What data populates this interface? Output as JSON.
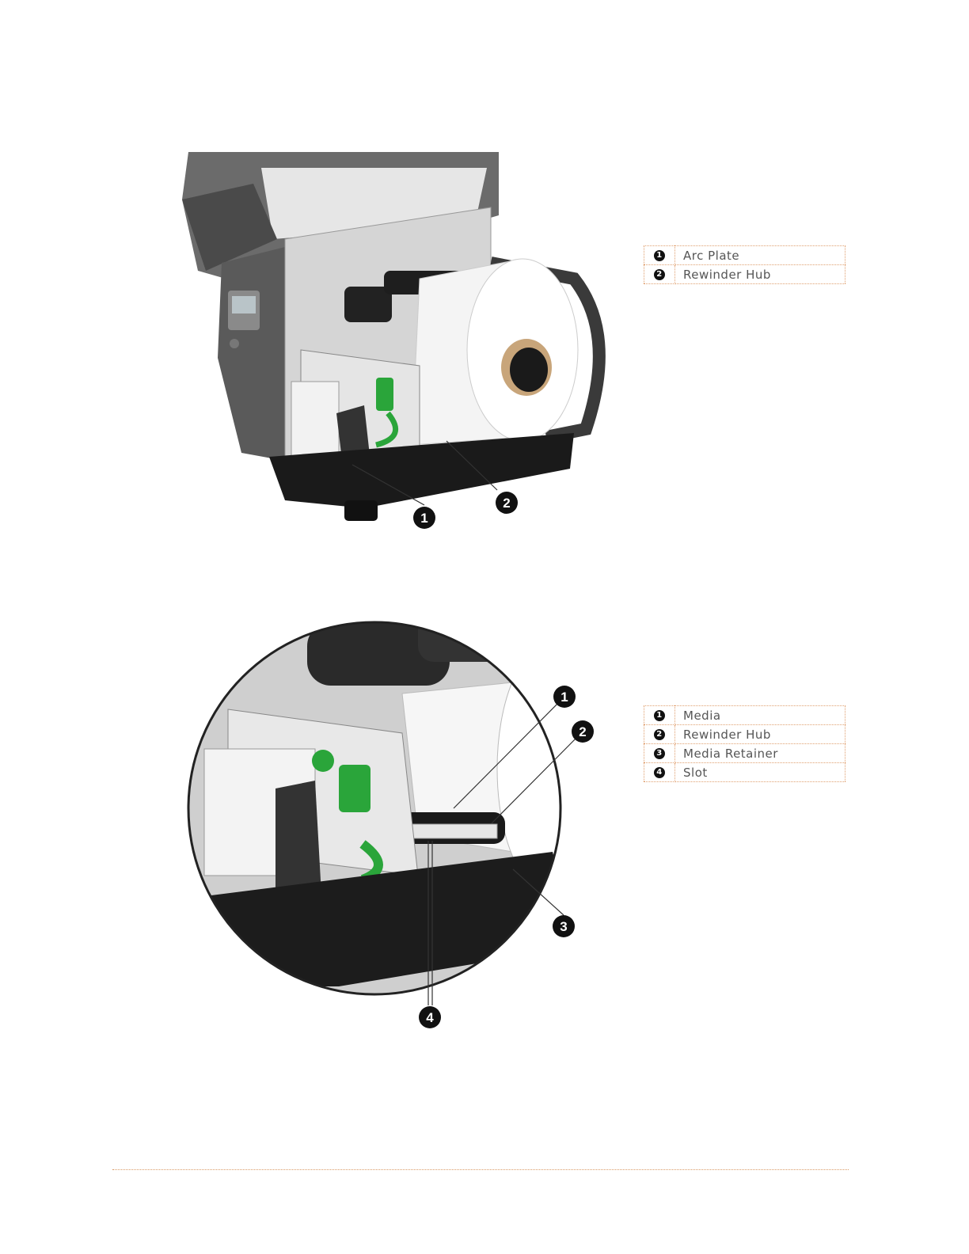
{
  "figure1": {
    "callouts": [
      "1",
      "2"
    ],
    "legend": [
      {
        "num": "1",
        "label": "Arc Plate"
      },
      {
        "num": "2",
        "label": "Rewinder Hub"
      }
    ]
  },
  "figure2": {
    "callouts": [
      "1",
      "2",
      "3",
      "4"
    ],
    "legend": [
      {
        "num": "1",
        "label": "Media"
      },
      {
        "num": "2",
        "label": "Rewinder Hub"
      },
      {
        "num": "3",
        "label": "Media Retainer"
      },
      {
        "num": "4",
        "label": "Slot"
      }
    ]
  },
  "colors": {
    "accent_green": "#2aa53a",
    "dotted_rule": "#d99a66"
  }
}
